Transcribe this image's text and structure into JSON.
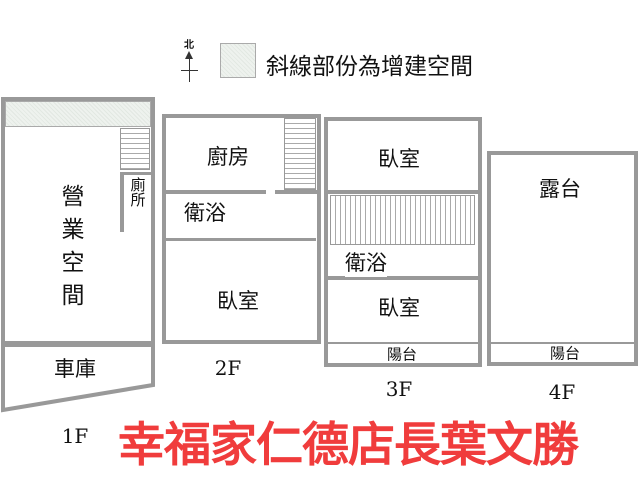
{
  "legend": {
    "north": "北",
    "text": "斜線部份為增建空間"
  },
  "floors": {
    "f1": {
      "label": "1F",
      "rooms": {
        "business": "營業空間",
        "toilet": "廁所",
        "garage": "車庫"
      }
    },
    "f2": {
      "label": "2F",
      "rooms": {
        "kitchen": "廚房",
        "bath": "衛浴",
        "bedroom": "臥室"
      }
    },
    "f3": {
      "label": "3F",
      "rooms": {
        "bedroom1": "臥室",
        "bath": "衛浴",
        "bedroom2": "臥室",
        "balcony": "陽台"
      }
    },
    "f4": {
      "label": "4F",
      "rooms": {
        "terrace": "露台",
        "balcony": "陽台"
      }
    }
  },
  "watermark": "幸福家仁德店長葉文勝",
  "colors": {
    "watermark": "#f03c3c",
    "wall": "#999999",
    "hatch": "#e8eee8"
  }
}
